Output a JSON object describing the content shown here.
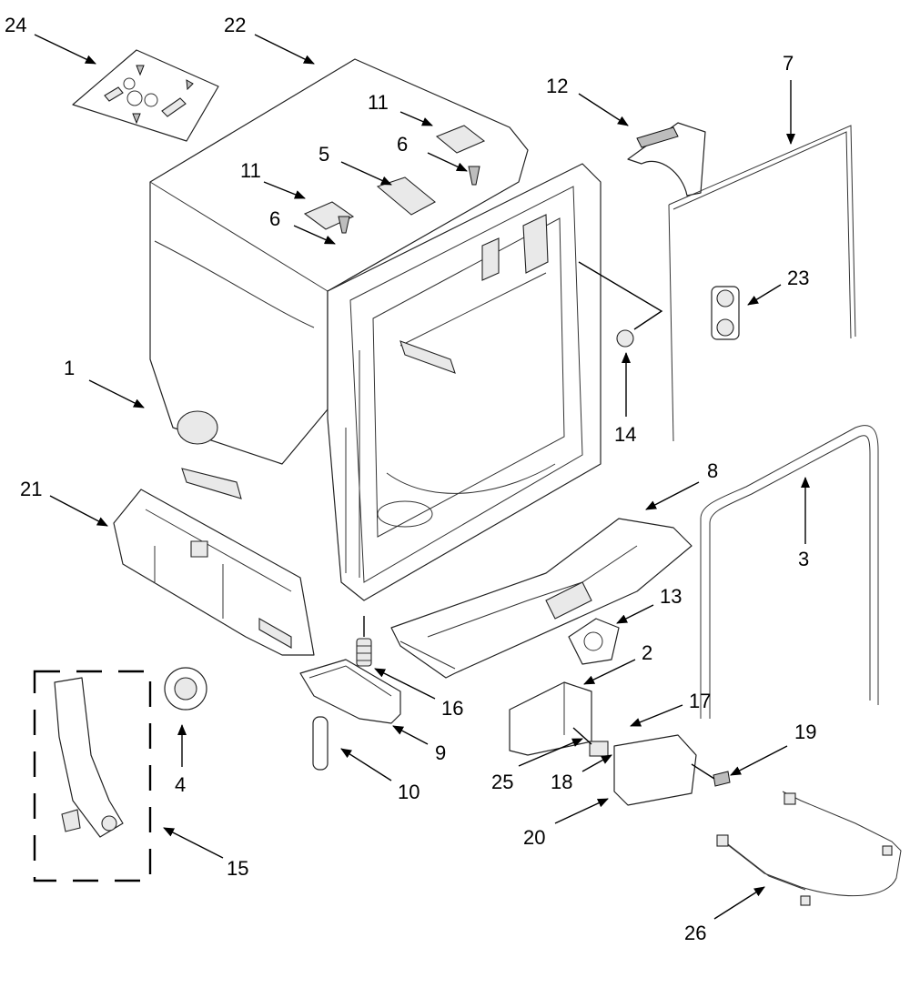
{
  "diagram": {
    "type": "exploded-parts-view",
    "line_color": "#000000",
    "background_color": "#ffffff",
    "callouts": [
      {
        "id": "c1",
        "label": "1"
      },
      {
        "id": "c2",
        "label": "2"
      },
      {
        "id": "c3",
        "label": "3"
      },
      {
        "id": "c4",
        "label": "4"
      },
      {
        "id": "c5",
        "label": "5"
      },
      {
        "id": "c6a",
        "label": "6"
      },
      {
        "id": "c6b",
        "label": "6"
      },
      {
        "id": "c7",
        "label": "7"
      },
      {
        "id": "c8",
        "label": "8"
      },
      {
        "id": "c9",
        "label": "9"
      },
      {
        "id": "c10",
        "label": "10"
      },
      {
        "id": "c11a",
        "label": "11"
      },
      {
        "id": "c11b",
        "label": "11"
      },
      {
        "id": "c12",
        "label": "12"
      },
      {
        "id": "c13",
        "label": "13"
      },
      {
        "id": "c14",
        "label": "14"
      },
      {
        "id": "c15",
        "label": "15"
      },
      {
        "id": "c16",
        "label": "16"
      },
      {
        "id": "c17",
        "label": "17"
      },
      {
        "id": "c18",
        "label": "18"
      },
      {
        "id": "c19",
        "label": "19"
      },
      {
        "id": "c20",
        "label": "20"
      },
      {
        "id": "c21",
        "label": "21"
      },
      {
        "id": "c22",
        "label": "22"
      },
      {
        "id": "c23",
        "label": "23"
      },
      {
        "id": "c24",
        "label": "24"
      },
      {
        "id": "c25",
        "label": "25"
      },
      {
        "id": "c26",
        "label": "26"
      }
    ]
  }
}
